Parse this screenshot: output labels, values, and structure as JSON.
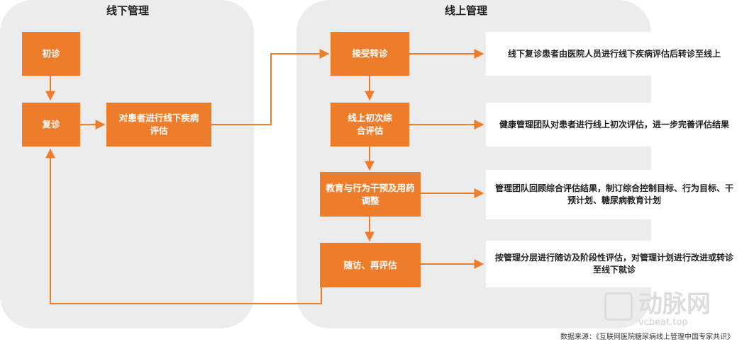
{
  "panels": {
    "offline_title": "线下管理",
    "online_title": "线上管理"
  },
  "offline": {
    "first_visit": "初诊",
    "follow_up": "复诊",
    "evaluation": "对患者进行线下疾病评估"
  },
  "online": {
    "referral": "接受转诊",
    "initial_eval": "线上初次综合评估",
    "education": "教育与行为干预及用药调整",
    "followup_reeval": "随访、再评估"
  },
  "notes": {
    "referral_note": "线下复诊患者由医院人员进行线下疾病评估后转诊至线上",
    "initial_eval_note": "健康管理团队对患者进行线上初次评估，进一步完善评估结果",
    "education_note": "管理团队回顾综合评估结果，制订综合控制目标、行为目标、干预计划、糖尿病教育计划",
    "followup_note": "按管理分层进行随访及阶段性评估，对管理计划进行改进或转诊至线下就诊"
  },
  "watermark": {
    "logo_text": "动脉网",
    "site": "vcbeat.top"
  },
  "source_text": "数据来源：《互联网医院糖尿病线上管理中国专家共识》",
  "colors": {
    "accent": "#ee7d2b",
    "panel": "#ececec"
  }
}
